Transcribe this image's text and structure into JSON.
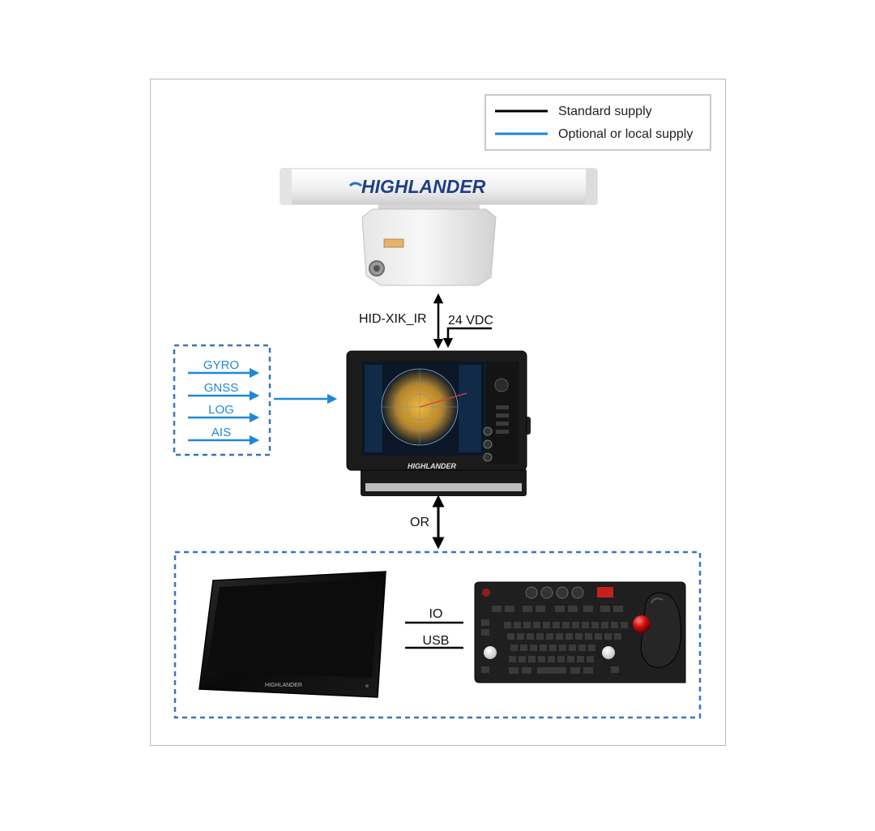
{
  "legend": {
    "standard": "Standard supply",
    "optional": "Optional or local supply"
  },
  "brand": {
    "radar_logo": "HIGHLANDER",
    "display_logo": "HIGHLANDER",
    "monitor_logo": "HIGHLANDER"
  },
  "connections": {
    "cable": "HID-XIK_IR",
    "power": "24 VDC",
    "or": "OR",
    "io": "IO",
    "usb": "USB"
  },
  "sensors": [
    "GYRO",
    "GNSS",
    "LOG",
    "AIS"
  ],
  "colors": {
    "standard_line": "#000000",
    "optional_line": "#1e88d8",
    "dashed_box": "#3a74c0",
    "frame": "#b9b9b9"
  }
}
